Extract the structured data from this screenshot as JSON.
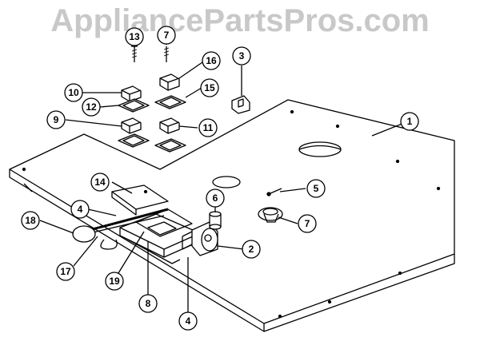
{
  "watermark": "AppliancePartsPros.com",
  "callouts": [
    {
      "id": "c1",
      "label": "1"
    },
    {
      "id": "c2",
      "label": "2"
    },
    {
      "id": "c3",
      "label": "3"
    },
    {
      "id": "c4a",
      "label": "4"
    },
    {
      "id": "c4b",
      "label": "4"
    },
    {
      "id": "c5",
      "label": "5"
    },
    {
      "id": "c6",
      "label": "6"
    },
    {
      "id": "c7",
      "label": "7"
    },
    {
      "id": "c8",
      "label": "8"
    },
    {
      "id": "c9",
      "label": "9"
    },
    {
      "id": "c10",
      "label": "10"
    },
    {
      "id": "c11",
      "label": "11"
    },
    {
      "id": "c12",
      "label": "12"
    },
    {
      "id": "c13",
      "label": "13"
    },
    {
      "id": "c14",
      "label": "14"
    },
    {
      "id": "c15",
      "label": "15"
    },
    {
      "id": "c16",
      "label": "16"
    },
    {
      "id": "c17",
      "label": "17"
    },
    {
      "id": "c18",
      "label": "18"
    },
    {
      "id": "c19",
      "label": "19"
    },
    {
      "id": "c7top",
      "label": "7"
    }
  ]
}
